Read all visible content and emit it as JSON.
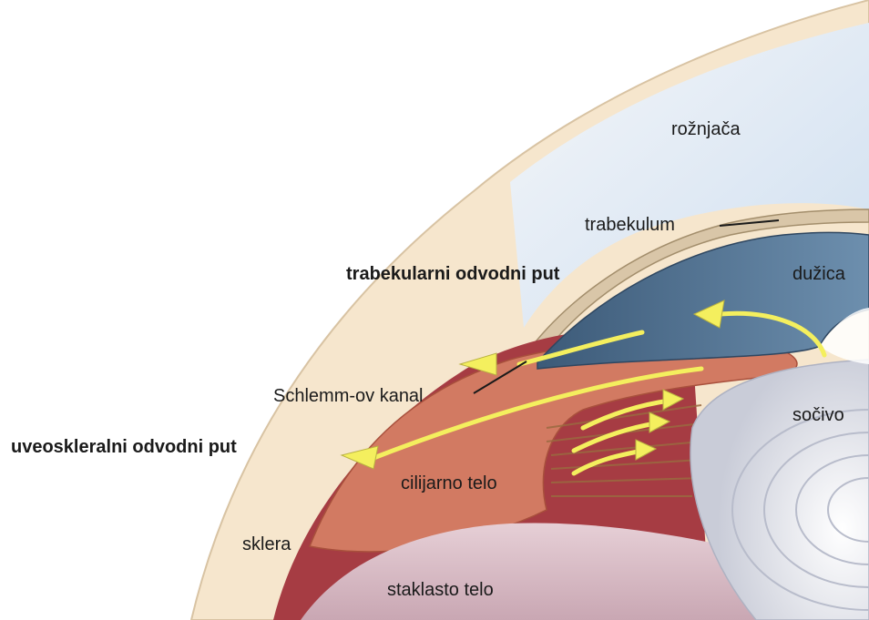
{
  "labels": {
    "cornea": "rožnjača",
    "trabeculum": "trabekulum",
    "trabecular_path": "trabekularni odvodni put",
    "iris": "dužica",
    "schlemm": "Schlemm-ov kanal",
    "lens": "sočivo",
    "uveoscleral_path": "uveoskleralni odvodni put",
    "ciliary_body": "cilijarno telo",
    "sclera": "sklera",
    "vitreous": "staklasto telo"
  },
  "colors": {
    "sclera": "#f6e6cd",
    "cornea": "#e6eef6",
    "ciliary": "#d27a62",
    "choroid": "#a63c43",
    "vitreous": "#ddc3cc",
    "iris": "#4f6f8f",
    "lens": "#e9ebf2",
    "arrow": "#f4ef5e"
  }
}
